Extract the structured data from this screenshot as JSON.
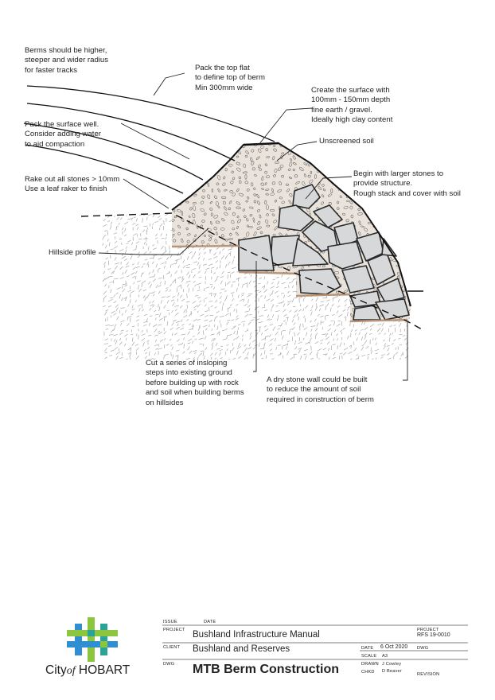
{
  "annotations": {
    "berm_radius": "Berms should be higher,\nsteeper and wider radius\nfor faster tracks",
    "pack_top": "Pack the top flat\nto define top of berm\nMin 300mm wide",
    "surface": "Create the surface with\n100mm - 150mm depth\nfine earth / gravel.\nIdeally high clay content",
    "pack_surface": "Pack the surface well.\nConsider adding water\nto aid compaction",
    "unscreened": "Unscreened soil",
    "rake": "Rake out all stones > 10mm\nUse a leaf raker to finish",
    "larger_stones": "Begin with larger stones to\nprovide structure.\nRough stack and cover with soil",
    "hillside": "Hillside profile",
    "steps": "Cut a series of insloping\nsteps into existing ground\nbefore building up with rock\nand soil when building berms\non hillsides",
    "stone_wall": "A dry stone wall could be built\nto reduce the amount of soil\nrequired in construction of berm"
  },
  "logo": {
    "text_city": "City",
    "text_of": "of",
    "text_hobart": "HOBART"
  },
  "title_block": {
    "issue_label": "ISSUE",
    "date_label": "DATE",
    "project_label": "PROJECT",
    "project_value": "Bushland Infrastructure Manual",
    "project_no_label": "PROJECT",
    "project_no_value": "RFS 19-0010",
    "client_label": "CLIENT",
    "client_value": "Bushland and Reserves",
    "date2_label": "DATE",
    "date2_value": "6 Oct 2020",
    "dwg_label_right": "DWG",
    "scale_label": "SCALE",
    "scale_value": "A3",
    "dwg_label": "DWG",
    "dwg_value": "MTB Berm Construction",
    "drawn_label": "DRAWN",
    "drawn_value": "J Cowley",
    "chkd_label": "CHKD",
    "chkd_value": "D Beaver",
    "revision_label": "REVISION"
  },
  "colors": {
    "fill_layer": "#eae3db",
    "ground_lines": "#9a9a9a",
    "stone": "#d7d8da",
    "stone_outline": "#2a2a2a",
    "step_edge": "#b89478",
    "logo_blue": "#2f8fd0",
    "logo_green": "#8cc63f",
    "logo_teal": "#2aa39a"
  }
}
